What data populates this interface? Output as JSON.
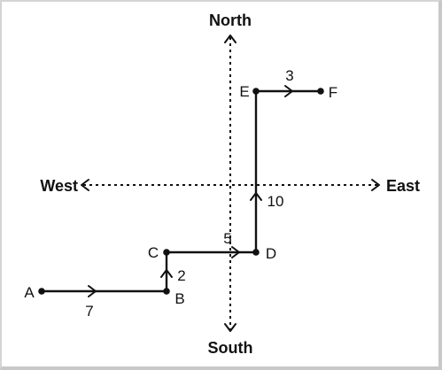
{
  "compass": {
    "north": "North",
    "south": "South",
    "east": "East",
    "west": "West"
  },
  "points": {
    "a": "A",
    "b": "B",
    "c": "C",
    "d": "D",
    "e": "E",
    "f": "F"
  },
  "distances": {
    "ab": "7",
    "bc": "2",
    "cd": "5",
    "de": "10",
    "ef": "3"
  }
}
